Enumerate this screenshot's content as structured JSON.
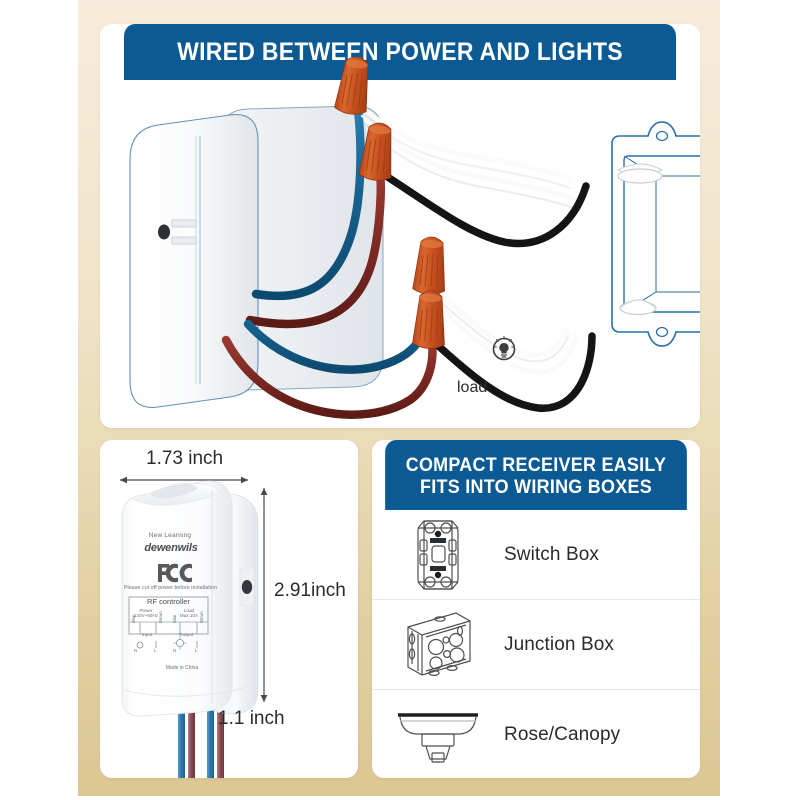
{
  "theme": {
    "banner_blue": "#0b5a93",
    "backdrop_top": "#f7ecdb",
    "backdrop_bottom": "#dcc793",
    "card_white": "#ffffff",
    "wire_blue": "#17618f",
    "wire_brown": "#7e2a24",
    "wire_black": "#111111",
    "wire_white": "#f2f2f2",
    "wirenut_orange": "#c8521f",
    "box_outline_blue": "#2a6ea8",
    "text_dark": "#2b2b2b"
  },
  "wiring_panel": {
    "title": "WIRED BETWEEN POWER AND LIGHTS",
    "load_label": "load",
    "load_icon": "lightbulb-icon",
    "receiver_name": "rf-receiver",
    "electrical_box_name": "electrical-junction-box",
    "wire_nuts": [
      {
        "name": "wire-nut-blue-white",
        "joins": "blue + white"
      },
      {
        "name": "wire-nut-brown-black",
        "joins": "brown + black"
      },
      {
        "name": "wire-nut-load-blue-white",
        "joins": "blue + white"
      },
      {
        "name": "wire-nut-load-brown-black",
        "joins": "brown + black"
      }
    ]
  },
  "device_panel": {
    "width_label": "1.73 inch",
    "height_label": "2.91inch",
    "depth_label": "1.1 inch",
    "device_face": {
      "tagline": "New Learning",
      "brand": "dewenwils",
      "cert_mark": "FC",
      "warning": "Please cut off power before installation",
      "spec_title": "RF controller",
      "power_label": "Power",
      "power_value": "120V~60Hz",
      "load_label": "Load",
      "load_value": "Max 10A",
      "input_label": "Input",
      "output_label": "Output",
      "terminal_n_in": "N",
      "terminal_l_in": "L",
      "terminal_n_out": "N",
      "terminal_l_out": "L",
      "wire_blue_1": "Blue",
      "wire_brown_1": "Brown",
      "wire_blue_2": "Blue",
      "wire_brown_2": "Brown",
      "origin": "Made in China"
    }
  },
  "boxes_panel": {
    "title_line1": "COMPACT RECEIVER EASILY",
    "title_line2": "FITS INTO WIRING BOXES",
    "rows": [
      {
        "label": "Switch Box",
        "icon": "switch-box-icon"
      },
      {
        "label": "Junction Box",
        "icon": "junction-box-icon"
      },
      {
        "label": "Rose/Canopy",
        "icon": "rose-canopy-icon"
      }
    ]
  }
}
